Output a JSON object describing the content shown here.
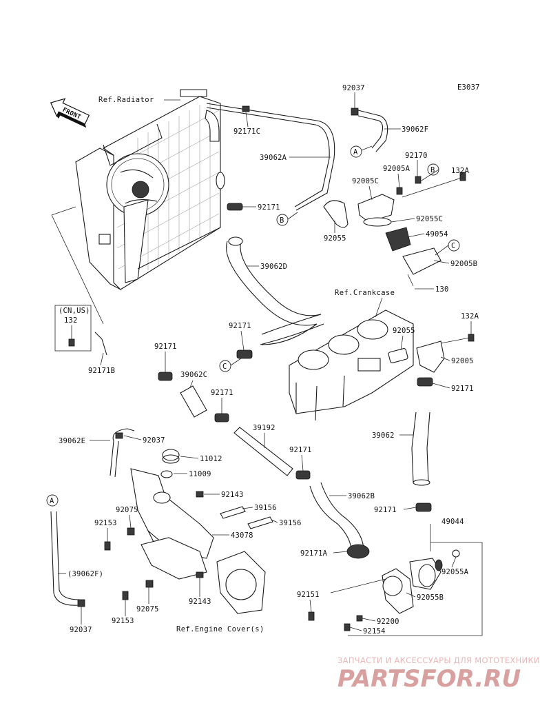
{
  "diagram_code": "E3037",
  "front_arrow": "FRONT",
  "refs": {
    "radiator": "Ref.Radiator",
    "crankcase": "Ref.Crankcase",
    "engine_cover": "Ref.Engine Cover(s)"
  },
  "region_note": {
    "line1": "(CN,US)",
    "line2": "132"
  },
  "callouts": [
    "A",
    "B",
    "C"
  ],
  "labels": {
    "p92037_top": "92037",
    "p39062F": "39062F",
    "p92171C": "92171C",
    "p39062A": "39062A",
    "p92170": "92170",
    "p92005A": "92005A",
    "p132A_top": "132A",
    "p92005C": "92005C",
    "p92171_a": "92171",
    "p92055_top": "92055",
    "p92055C": "92055C",
    "p49054": "49054",
    "p92005B": "92005B",
    "p39062D": "39062D",
    "p130": "130",
    "p92171_b": "92171",
    "p92055_mid": "92055",
    "p132A_mid": "132A",
    "p92005": "92005",
    "p92171_c": "92171",
    "p92171B": "92171B",
    "p92171_d": "92171",
    "p39062C": "39062C",
    "p92171_e": "92171",
    "p39062": "39062",
    "p39192": "39192",
    "p92171_f": "92171",
    "p39062E": "39062E",
    "p92037_mid": "92037",
    "p11012": "11012",
    "p11009": "11009",
    "p92143_a": "92143",
    "p39156_a": "39156",
    "p39156_b": "39156",
    "p39062B": "39062B",
    "p92075_a": "92075",
    "p92153_a": "92153",
    "p43078": "43078",
    "p92171_g": "92171",
    "p49044": "49044",
    "p92171A": "92171A",
    "p92055A": "92055A",
    "p39062F_paren": "(39062F)",
    "p92143_b": "92143",
    "p92075_b": "92075",
    "p92153_b": "92153",
    "p92037_bot": "92037",
    "p92151": "92151",
    "p92055B": "92055B",
    "p92200": "92200",
    "p92154": "92154"
  },
  "watermark": {
    "tagline": "ЗАПЧАСТИ И АКСЕССУАРЫ ДЛЯ МОТОТЕХНИКИ",
    "brand": "PARTSFOR.RU",
    "color": "#d9a0a0"
  }
}
